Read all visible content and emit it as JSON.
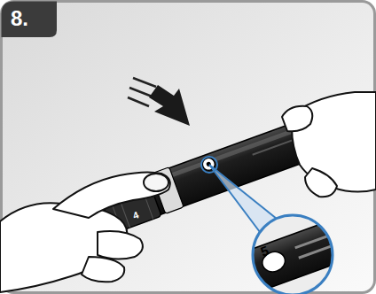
{
  "diagram": {
    "title": "8.",
    "labels": [
      "5",
      "4"
    ]
  }
}
